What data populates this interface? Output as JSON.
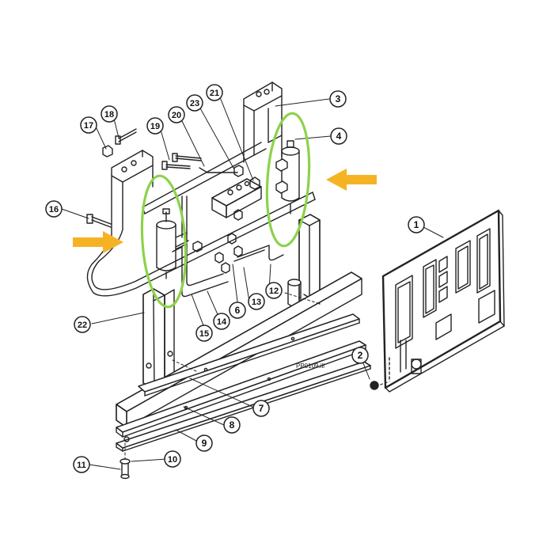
{
  "diagram": {
    "drawing_code": "PP0109.ill",
    "callouts": [
      {
        "id": "callout-1",
        "label": "1"
      },
      {
        "id": "callout-2",
        "label": "2"
      },
      {
        "id": "callout-3",
        "label": "3"
      },
      {
        "id": "callout-4",
        "label": "4"
      },
      {
        "id": "callout-6",
        "label": "6"
      },
      {
        "id": "callout-7",
        "label": "7"
      },
      {
        "id": "callout-8",
        "label": "8"
      },
      {
        "id": "callout-9",
        "label": "9"
      },
      {
        "id": "callout-10",
        "label": "10"
      },
      {
        "id": "callout-11",
        "label": "11"
      },
      {
        "id": "callout-12",
        "label": "12"
      },
      {
        "id": "callout-13",
        "label": "13"
      },
      {
        "id": "callout-14",
        "label": "14"
      },
      {
        "id": "callout-15",
        "label": "15"
      },
      {
        "id": "callout-16",
        "label": "16"
      },
      {
        "id": "callout-17",
        "label": "17"
      },
      {
        "id": "callout-18",
        "label": "18"
      },
      {
        "id": "callout-19",
        "label": "19"
      },
      {
        "id": "callout-20",
        "label": "20"
      },
      {
        "id": "callout-21",
        "label": "21"
      },
      {
        "id": "callout-22",
        "label": "22"
      },
      {
        "id": "callout-23",
        "label": "23"
      }
    ],
    "highlights": {
      "ellipse_color": "#8dd24a",
      "arrow_color": "#f5b324",
      "line_color": "#222222"
    }
  }
}
